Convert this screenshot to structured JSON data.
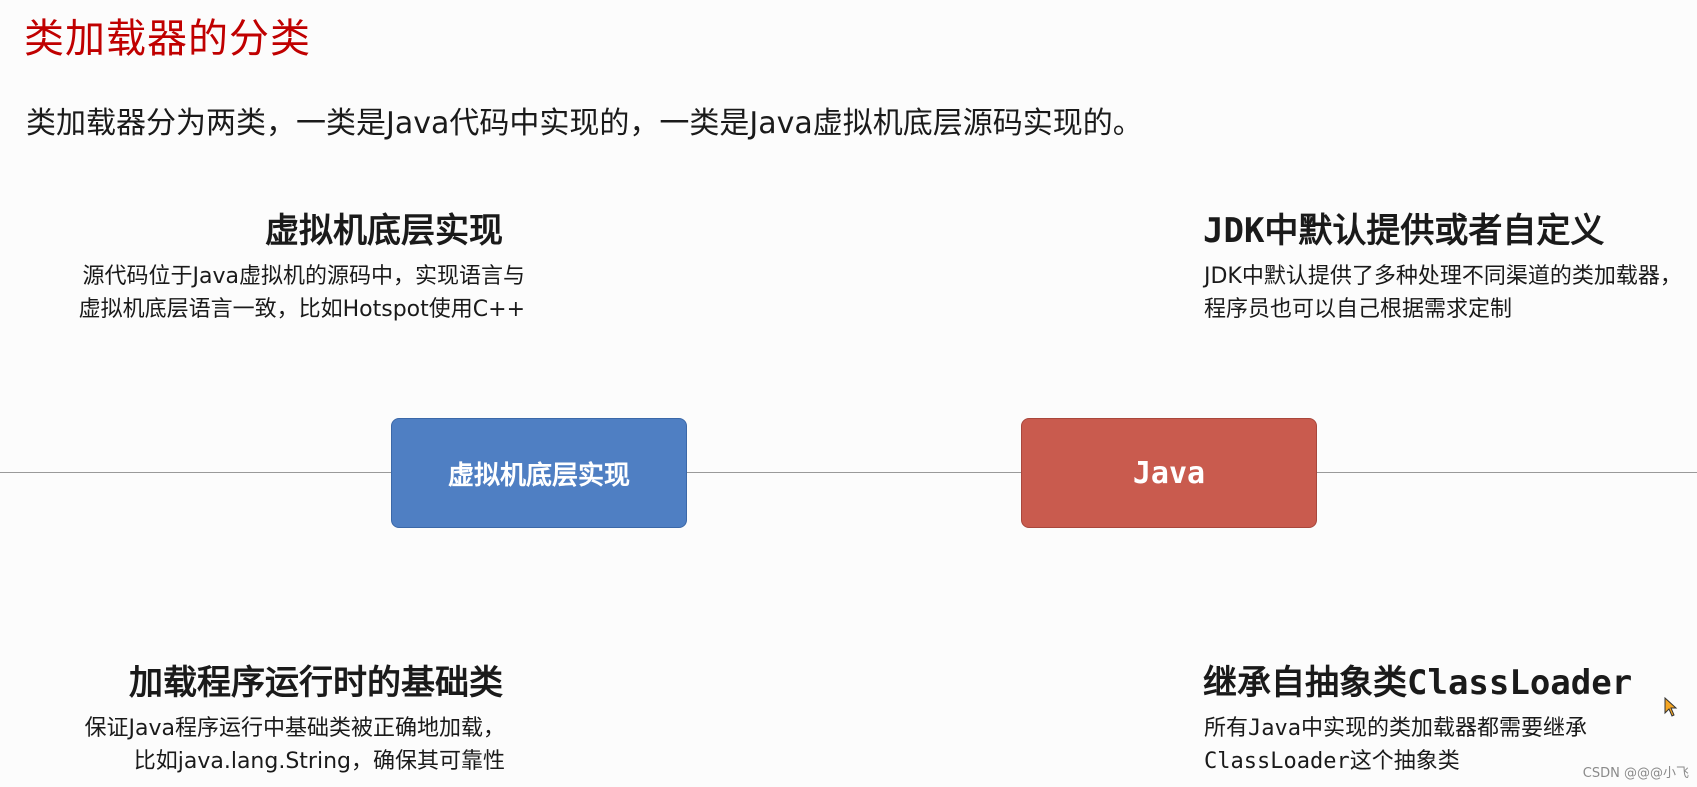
{
  "slide": {
    "title": "类加载器的分类",
    "subtitle": "类加载器分为两类，一类是Java代码中实现的，一类是Java虚拟机底层源码实现的。"
  },
  "top_left": {
    "heading": "虚拟机底层实现",
    "line1": "源代码位于Java虚拟机的源码中，实现语言与",
    "line2": "虚拟机底层语言一致，比如Hotspot使用C++"
  },
  "top_right": {
    "heading": "JDK中默认提供或者自定义",
    "line1": "JDK中默认提供了多种处理不同渠道的类加载器，",
    "line2": "程序员也可以自己根据需求定制"
  },
  "boxes": {
    "left_label": "虚拟机底层实现",
    "right_label": "Java",
    "left_color": "#4f7fc3",
    "right_color": "#c95b4e"
  },
  "bottom_left": {
    "heading": "加载程序运行时的基础类",
    "line1": "保证Java程序运行中基础类被正确地加载，",
    "line2": "比如java.lang.String，确保其可靠性"
  },
  "bottom_right": {
    "heading": "继承自抽象类ClassLoader",
    "line1": "所有Java中实现的类加载器都需要继承",
    "line2": "ClassLoader这个抽象类"
  },
  "watermark": "CSDN @@@小飞",
  "cursor_icon": "mouse-pointer-icon",
  "accent_title_color": "#c00000"
}
